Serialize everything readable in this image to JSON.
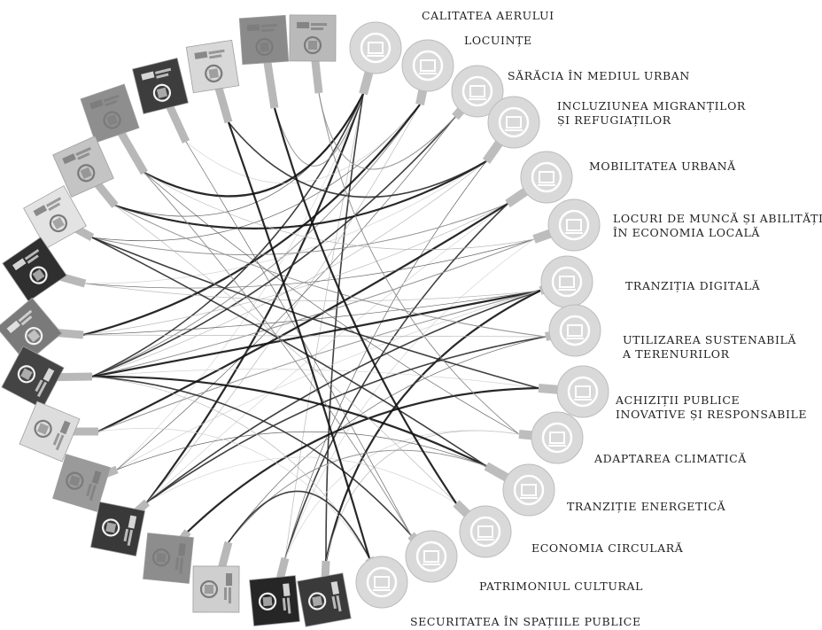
{
  "themes": [
    {
      "label": "CALITATEA AERULUI",
      "icon": "air-quality-icon"
    },
    {
      "label": "LOCUINȚE",
      "icon": "housing-icon"
    },
    {
      "label": "SĂRĂCIA ÎN MEDIUL URBAN",
      "icon": "urban-poverty-icon"
    },
    {
      "label": "INCLUZIUNEA MIGRANȚILOR ȘI REFUGIAȚILOR",
      "icon": "migrants-icon"
    },
    {
      "label": "MOBILITATEA URBANĂ",
      "icon": "mobility-icon"
    },
    {
      "label": "LOCURI DE MUNCĂ ȘI ABILITĂȚI ÎN ECONOMIA LOCALĂ",
      "icon": "jobs-icon"
    },
    {
      "label": "TRANZIȚIA DIGITALĂ",
      "icon": "digital-icon"
    },
    {
      "label": "UTILIZAREA SUSTENABILĂ A TERENURILOR",
      "icon": "land-use-icon"
    },
    {
      "label": "ACHIZIȚII PUBLICE INOVATIVE ȘI RESPONSABILE",
      "icon": "procurement-icon"
    },
    {
      "label": "ADAPTAREA CLIMATICĂ",
      "icon": "climate-adaptation-icon"
    },
    {
      "label": "TRANZIȚIE ENERGETICĂ",
      "icon": "energy-transition-icon"
    },
    {
      "label": "ECONOMIA CIRCULARĂ",
      "icon": "circular-economy-icon"
    },
    {
      "label": "PATRIMONIUL CULTURAL",
      "icon": "cultural-heritage-icon"
    },
    {
      "label": "SECURITATEA ÎN SPAȚIILE PUBLICE",
      "icon": "public-security-icon"
    }
  ],
  "sdgs": [
    {
      "icon": "sdg-goal-icon",
      "color": "#b9b9b9"
    },
    {
      "icon": "sdg-goal-icon",
      "color": "#8a8a8a"
    },
    {
      "icon": "sdg-goal-icon",
      "color": "#d8d8d8"
    },
    {
      "icon": "sdg-goal-icon",
      "color": "#3d3d3d"
    },
    {
      "icon": "sdg-goal-icon",
      "color": "#8e8e8e"
    },
    {
      "icon": "sdg-goal-icon",
      "color": "#c4c4c4"
    },
    {
      "icon": "sdg-goal-icon",
      "color": "#e3e3e3"
    },
    {
      "icon": "sdg-goal-icon",
      "color": "#2f2f2f"
    },
    {
      "icon": "sdg-goal-icon",
      "color": "#7a7a7a"
    },
    {
      "icon": "sdg-goal-icon",
      "color": "#444444"
    },
    {
      "icon": "sdg-goal-icon",
      "color": "#dddddd"
    },
    {
      "icon": "sdg-goal-icon",
      "color": "#9a9a9a"
    },
    {
      "icon": "sdg-goal-icon",
      "color": "#393939"
    },
    {
      "icon": "sdg-goal-icon",
      "color": "#8d8d8d"
    },
    {
      "icon": "sdg-goal-icon",
      "color": "#cfcfcf"
    },
    {
      "icon": "sdg-goal-icon",
      "color": "#262626"
    },
    {
      "icon": "sdg-goal-icon",
      "color": "#3a3a3a"
    }
  ],
  "links": [
    [
      0,
      12
    ],
    [
      0,
      9
    ],
    [
      0,
      5
    ],
    [
      0,
      1
    ],
    [
      0,
      15
    ],
    [
      0,
      11
    ],
    [
      0,
      4
    ],
    [
      0,
      16
    ],
    [
      1,
      6
    ],
    [
      1,
      9
    ],
    [
      1,
      12
    ],
    [
      1,
      3
    ],
    [
      1,
      8
    ],
    [
      2,
      9
    ],
    [
      2,
      11
    ],
    [
      2,
      0
    ],
    [
      3,
      9
    ],
    [
      3,
      7
    ],
    [
      3,
      5
    ],
    [
      3,
      2
    ],
    [
      3,
      15
    ],
    [
      4,
      6
    ],
    [
      4,
      8
    ],
    [
      4,
      12
    ],
    [
      4,
      10
    ],
    [
      4,
      15
    ],
    [
      5,
      7
    ],
    [
      5,
      9
    ],
    [
      5,
      4
    ],
    [
      5,
      15
    ],
    [
      6,
      9
    ],
    [
      6,
      12
    ],
    [
      6,
      8
    ],
    [
      6,
      10
    ],
    [
      6,
      7
    ],
    [
      6,
      11
    ],
    [
      6,
      16
    ],
    [
      7,
      12
    ],
    [
      7,
      14
    ],
    [
      7,
      5
    ],
    [
      7,
      8
    ],
    [
      8,
      9
    ],
    [
      8,
      13
    ],
    [
      8,
      6
    ],
    [
      9,
      4
    ],
    [
      9,
      0
    ],
    [
      9,
      16
    ],
    [
      9,
      15
    ],
    [
      10,
      9
    ],
    [
      10,
      6
    ],
    [
      10,
      11
    ],
    [
      10,
      14
    ],
    [
      11,
      5
    ],
    [
      11,
      12
    ],
    [
      11,
      1
    ],
    [
      12,
      9
    ],
    [
      12,
      3
    ],
    [
      12,
      4
    ],
    [
      13,
      9
    ],
    [
      13,
      10
    ],
    [
      13,
      2
    ],
    [
      13,
      14
    ]
  ]
}
